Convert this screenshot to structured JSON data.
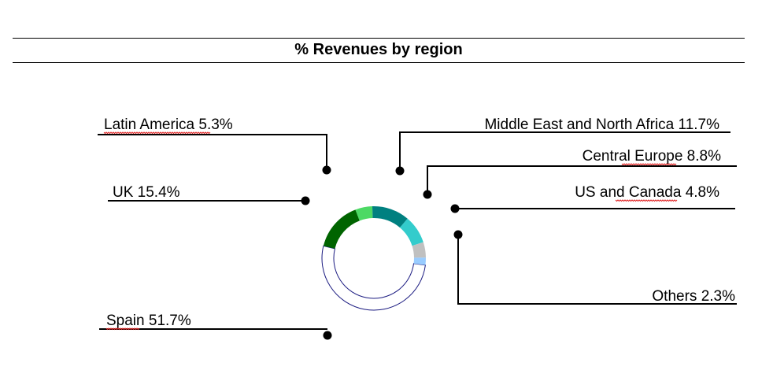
{
  "chart_data": {
    "type": "pie",
    "title": "% Revenues by region",
    "series": [
      {
        "name": "Spain",
        "value": 51.7,
        "label": "Spain 51.7%",
        "color": "#ffffff"
      },
      {
        "name": "UK",
        "value": 15.4,
        "label": "UK 15.4%",
        "color": "#006400"
      },
      {
        "name": "Latin America",
        "value": 5.3,
        "label": "Latin America 5.3%",
        "color": "#4cd964"
      },
      {
        "name": "Middle East and North Africa",
        "value": 11.7,
        "label": "Middle East and North Africa 11.7%",
        "color": "#008080"
      },
      {
        "name": "Central Europe",
        "value": 8.8,
        "label": "Central Europe 8.8%",
        "color": "#33cccc"
      },
      {
        "name": "US and Canada",
        "value": 4.8,
        "label": "US and Canada 4.8%",
        "color": "#c0c0c0"
      },
      {
        "name": "Others",
        "value": 2.3,
        "label": "Others 2.3%",
        "color": "#99ccff"
      }
    ],
    "outline_color": "#1a1a80"
  }
}
